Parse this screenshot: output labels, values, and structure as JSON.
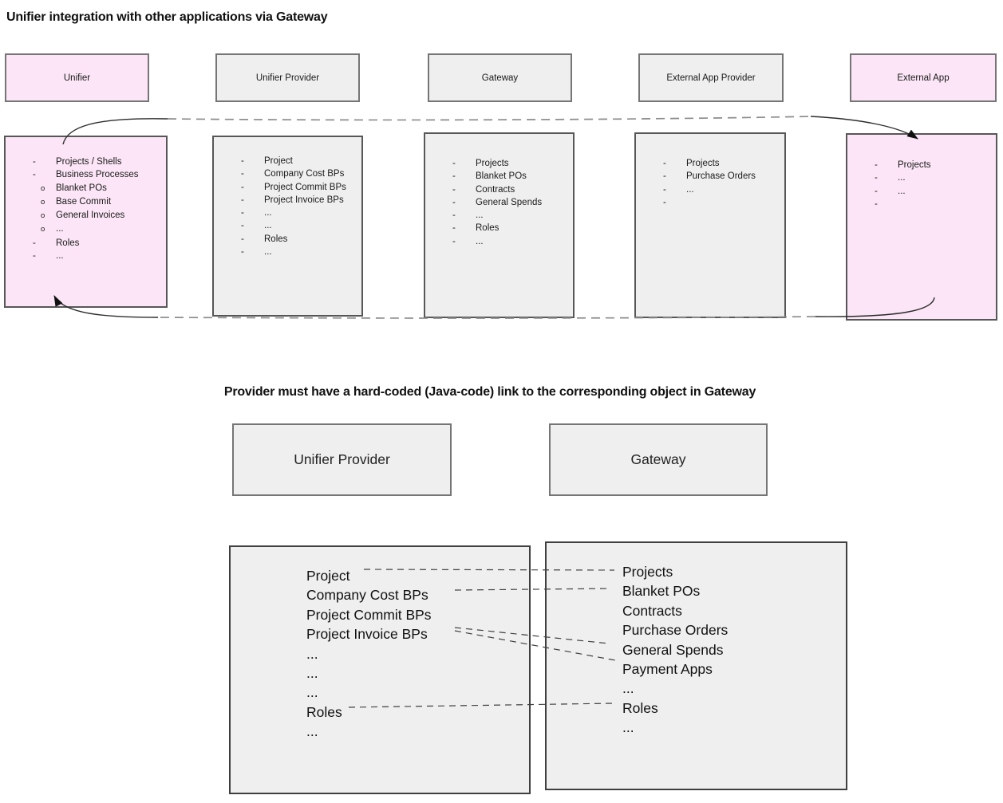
{
  "colors": {
    "pink": "#fbe5f6",
    "gray_fill": "#f0efef",
    "box_border": "#575757",
    "header_border": "#757575",
    "dash_line": "#8c8c8c",
    "solid_line": "#2c2c2c",
    "link_line": "#404040"
  },
  "section1": {
    "title": "Unifier integration with other applications via Gateway",
    "columns": [
      {
        "header": "Unifier",
        "style": "pink",
        "items": [
          {
            "b": "-",
            "t": "Projects / Shells"
          },
          {
            "b": "-",
            "t": "Business Processes"
          },
          {
            "b": "o",
            "t": "Blanket POs"
          },
          {
            "b": "o",
            "t": "Base Commit"
          },
          {
            "b": "o",
            "t": "General Invoices"
          },
          {
            "b": "o",
            "t": "..."
          },
          {
            "b": "-",
            "t": "Roles"
          },
          {
            "b": "-",
            "t": "..."
          }
        ]
      },
      {
        "header": "Unifier Provider",
        "style": "gray",
        "items": [
          {
            "b": "-",
            "t": "Project"
          },
          {
            "b": "-",
            "t": "Company Cost BPs"
          },
          {
            "b": "-",
            "t": "Project Commit BPs"
          },
          {
            "b": "-",
            "t": "Project Invoice BPs"
          },
          {
            "b": "-",
            "t": "..."
          },
          {
            "b": "-",
            "t": "..."
          },
          {
            "b": "-",
            "t": "Roles"
          },
          {
            "b": "-",
            "t": "..."
          }
        ]
      },
      {
        "header": "Gateway",
        "style": "gray",
        "items": [
          {
            "b": "-",
            "t": "Projects"
          },
          {
            "b": "-",
            "t": "Blanket POs"
          },
          {
            "b": "-",
            "t": "Contracts"
          },
          {
            "b": "-",
            "t": "General Spends"
          },
          {
            "b": "-",
            "t": "..."
          },
          {
            "b": "-",
            "t": "Roles"
          },
          {
            "b": "-",
            "t": "..."
          }
        ]
      },
      {
        "header": "External App Provider",
        "style": "gray",
        "items": [
          {
            "b": "-",
            "t": "Projects"
          },
          {
            "b": "-",
            "t": "Purchase Orders"
          },
          {
            "b": "-",
            "t": "..."
          },
          {
            "b": "-",
            "t": ""
          }
        ]
      },
      {
        "header": "External App",
        "style": "pink",
        "items": [
          {
            "b": "-",
            "t": "Projects"
          },
          {
            "b": "-",
            "t": "..."
          },
          {
            "b": "-",
            "t": "..."
          },
          {
            "b": "-",
            "t": ""
          }
        ]
      }
    ],
    "flows": [
      {
        "from": "Unifier",
        "to": "External App"
      },
      {
        "from": "External App",
        "to": "Unifier"
      }
    ]
  },
  "section2": {
    "title": "Provider must have a hard-coded (Java-code) link to the corresponding object in Gateway",
    "left": {
      "header": "Unifier Provider",
      "items": [
        "Project",
        "Company Cost BPs",
        "Project Commit BPs",
        "Project Invoice BPs",
        "...",
        "...",
        "...",
        "Roles",
        "..."
      ]
    },
    "right": {
      "header": "Gateway",
      "items": [
        "Projects",
        "Blanket POs",
        "Contracts",
        "Purchase Orders",
        "General Spends",
        "Payment Apps",
        "...",
        "Roles",
        "..."
      ]
    },
    "links": [
      {
        "from": "Project",
        "to": "Projects"
      },
      {
        "from": "Company Cost BPs",
        "to": "Blanket POs"
      },
      {
        "from": "Project Invoice BPs",
        "to": "General Spends"
      },
      {
        "from": "Project Invoice BPs",
        "to": "Payment Apps"
      },
      {
        "from": "Roles",
        "to": "Roles"
      }
    ]
  }
}
